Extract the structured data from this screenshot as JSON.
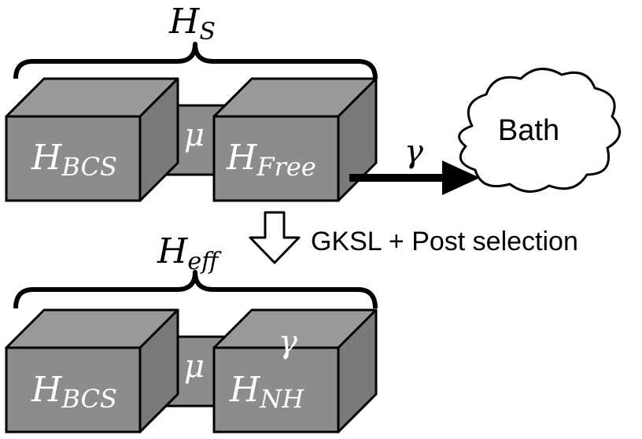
{
  "top": {
    "brace_label": {
      "main": "H",
      "sub": "S"
    },
    "box_left": {
      "main": "H",
      "sub": "BCS"
    },
    "box_right": {
      "main": "H",
      "sub": "Free"
    },
    "coupling": "μ",
    "decay_rate": "γ",
    "bath_label": "Bath"
  },
  "transition": {
    "label": "GKSL + Post selection",
    "heff": {
      "main": "H",
      "sub": "eff"
    }
  },
  "bottom": {
    "box_left": {
      "main": "H",
      "sub": "BCS"
    },
    "box_right": {
      "main": "H",
      "sub": "NH"
    },
    "coupling": "μ",
    "decay_rate": "γ"
  },
  "colors": {
    "box_front": "#8c8c8c",
    "box_side": "#7a7a7a",
    "box_top": "#999999",
    "outline": "#000000",
    "label_light": "#ffffff",
    "label_dark": "#000000"
  }
}
